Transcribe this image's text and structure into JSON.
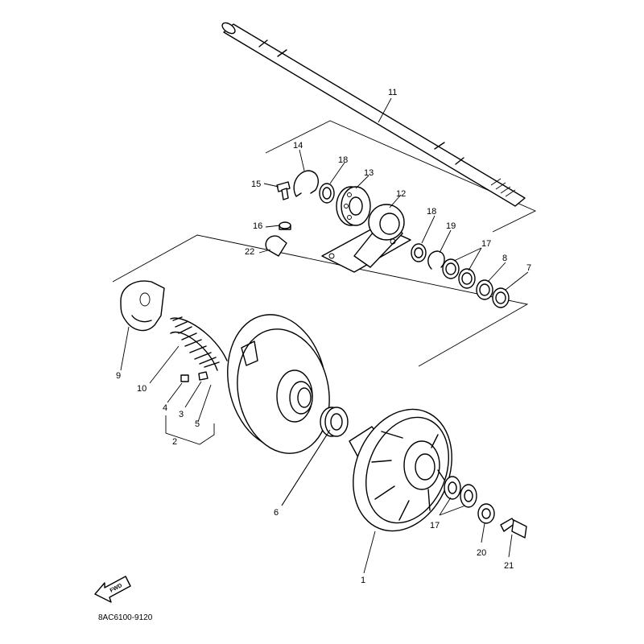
{
  "diagram": {
    "labels": {
      "p1": "1",
      "p2": "2",
      "p3": "3",
      "p4": "4",
      "p5": "5",
      "p6": "6",
      "p7": "7",
      "p8": "8",
      "p9": "9",
      "p10": "10",
      "p11": "11",
      "p12": "12",
      "p13": "13",
      "p14": "14",
      "p15": "15",
      "p16": "16",
      "p17a": "17",
      "p17b": "17",
      "p18a": "18",
      "p18b": "18",
      "p19": "19",
      "p20": "20",
      "p21": "21",
      "p22": "22"
    },
    "fwd_label": "FWD",
    "drawing_code": "8AC6100-9120"
  }
}
